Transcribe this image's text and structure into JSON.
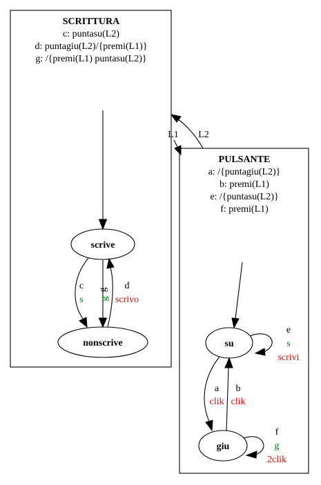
{
  "colors": {
    "black": "#000000",
    "green": "#008000",
    "red": "#ff0000"
  },
  "scrittura": {
    "title": "SCRITTURA",
    "lines": [
      "c: puntasu(L2)",
      "d: puntagiu(L2)/{premi(L1)}",
      "g: /{premi(L1) puntasu(L2)}"
    ],
    "states": {
      "scrive": "scrive",
      "nonscrive": "nonscrive"
    },
    "edges": {
      "c": {
        "event": "c",
        "guard": "s"
      },
      "g": {
        "event": "g",
        "guard": "g"
      },
      "d": {
        "event": "d",
        "action": "scrivo"
      }
    }
  },
  "pulsante": {
    "title": "PULSANTE",
    "lines": [
      "a: /{puntagiu(L2)}",
      "b: premi(L1)",
      "e: /{puntasu(L2)}",
      "f: premi(L1)"
    ],
    "states": {
      "su": "su",
      "giu": "giu"
    },
    "edges": {
      "e": {
        "event": "e",
        "guard": "s",
        "action": "scrivi"
      },
      "a": {
        "event": "a",
        "action": "clik"
      },
      "b": {
        "event": "b",
        "action": "clik"
      },
      "f": {
        "event": "f",
        "guard": "g",
        "action": "2clik"
      }
    }
  },
  "links": {
    "l1": "L1",
    "l2": "L2"
  }
}
